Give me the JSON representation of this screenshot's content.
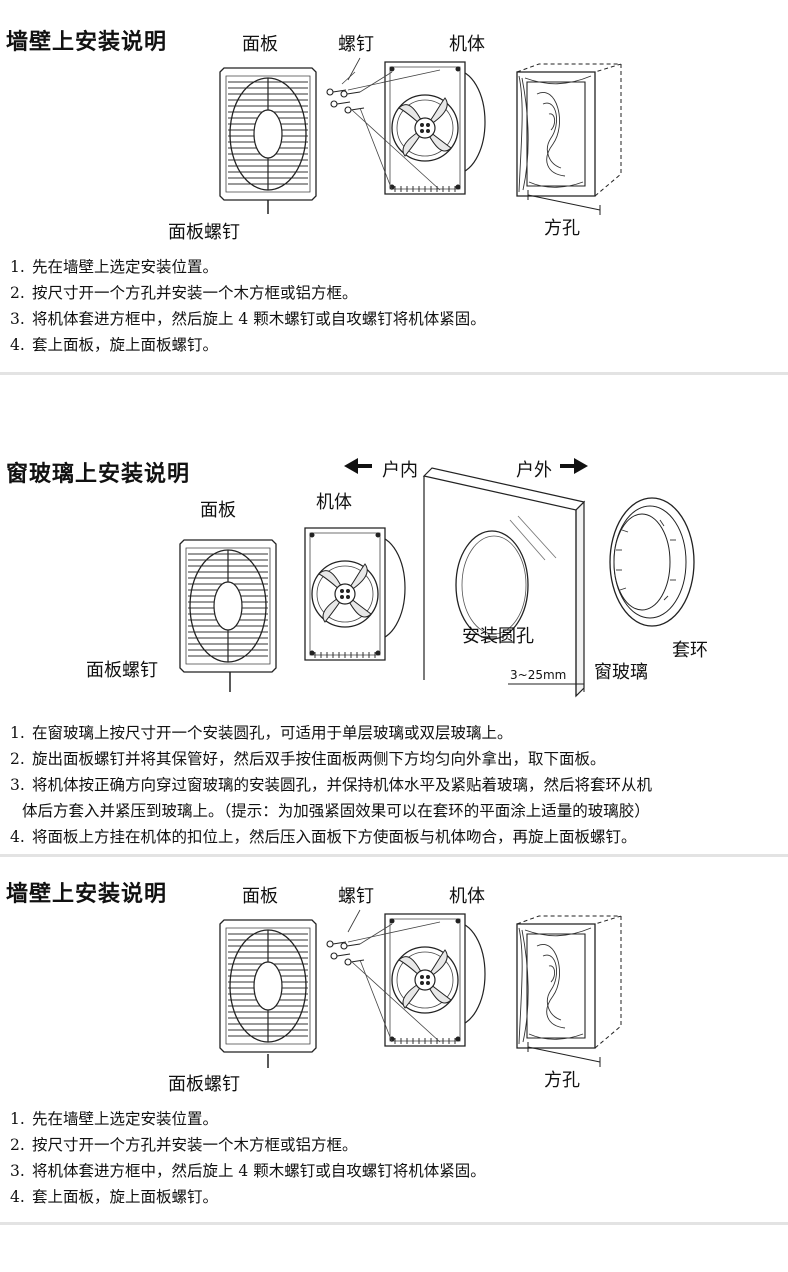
{
  "sections": [
    {
      "title": "墙壁上安装说明",
      "labels": {
        "panel": "面板",
        "screw": "螺钉",
        "body": "机体",
        "panel_screw": "面板螺钉",
        "square_hole": "方孔"
      },
      "steps": [
        {
          "num": "1.",
          "text": "先在墙壁上选定安装位置。"
        },
        {
          "num": "2.",
          "text": "按尺寸开一个方孔并安装一个木方框或铝方框。"
        },
        {
          "num": "3.",
          "text": "将机体套进方框中，然后旋上 4 颗木螺钉或自攻螺钉将机体紧固。"
        },
        {
          "num": "4.",
          "text": "套上面板，旋上面板螺钉。"
        }
      ]
    },
    {
      "title": "窗玻璃上安装说明",
      "labels": {
        "indoor": "户内",
        "outdoor": "户外",
        "panel": "面板",
        "body": "机体",
        "round_hole": "安装圆孔",
        "ring": "套环",
        "panel_screw": "面板螺钉",
        "thickness": "3~25mm",
        "glass": "窗玻璃"
      },
      "steps": [
        {
          "num": "1.",
          "text": "在窗玻璃上按尺寸开一个安装圆孔，可适用于单层玻璃或双层玻璃上。"
        },
        {
          "num": "2.",
          "text": "旋出面板螺钉并将其保管好，然后双手按住面板两侧下方均匀向外拿出，取下面板。"
        },
        {
          "num": "3.",
          "text": "将机体按正确方向穿过窗玻璃的安装圆孔，并保持机体水平及紧贴着玻璃，然后将套环从机"
        },
        {
          "num": "",
          "text": "体后方套入并紧压到玻璃上。（提示：为加强紧固效果可以在套环的平面涂上适量的玻璃胶）"
        },
        {
          "num": "4.",
          "text": "将面板上方挂在机体的扣位上，然后压入面板下方使面板与机体吻合，再旋上面板螺钉。"
        }
      ]
    },
    {
      "title": "墙壁上安装说明",
      "labels": {
        "panel": "面板",
        "screw": "螺钉",
        "body": "机体",
        "panel_screw": "面板螺钉",
        "square_hole": "方孔"
      },
      "steps": [
        {
          "num": "1.",
          "text": "先在墙壁上选定安装位置。"
        },
        {
          "num": "2.",
          "text": "按尺寸开一个方孔并安装一个木方框或铝方框。"
        },
        {
          "num": "3.",
          "text": "将机体套进方框中，然后旋上 4 颗木螺钉或自攻螺钉将机体紧固。"
        },
        {
          "num": "4.",
          "text": "套上面板，旋上面板螺钉。"
        }
      ]
    }
  ]
}
